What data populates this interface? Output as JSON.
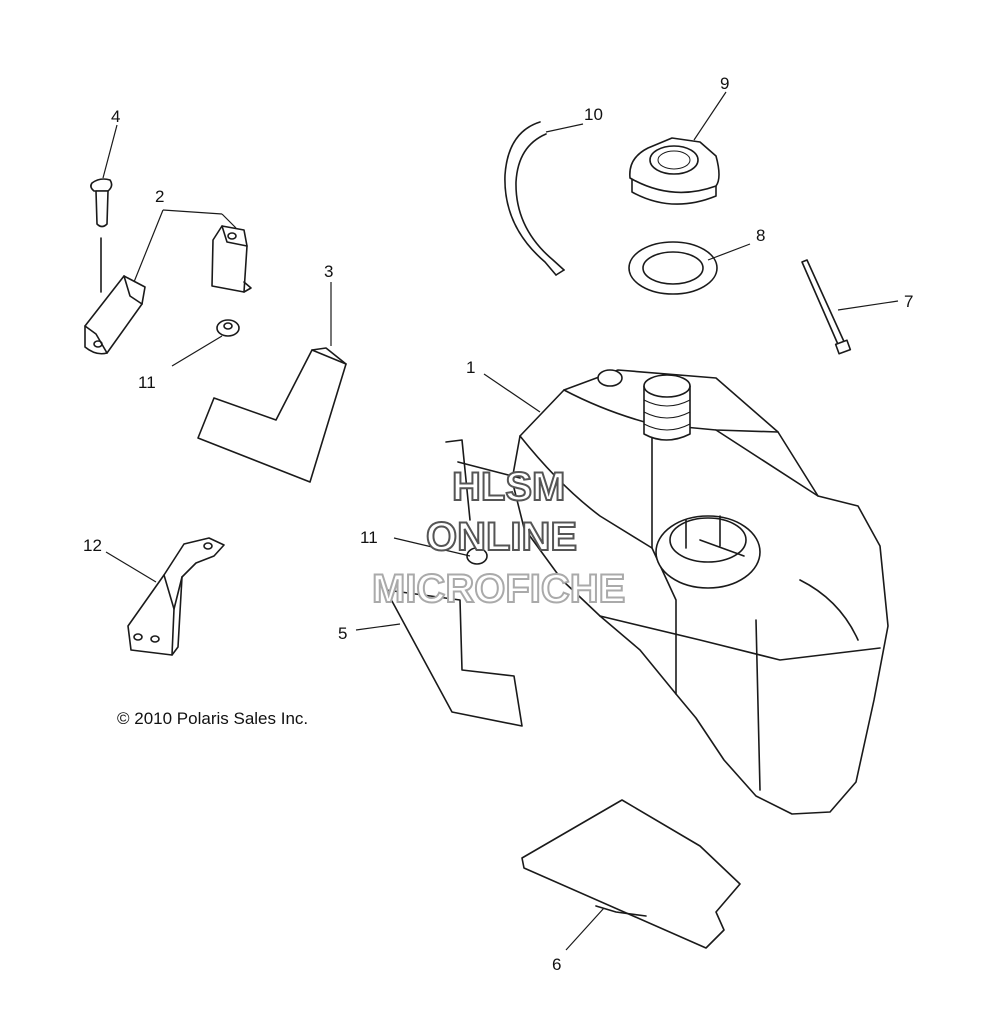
{
  "callouts": [
    {
      "id": "c1",
      "label": "1"
    },
    {
      "id": "c2",
      "label": "2"
    },
    {
      "id": "c3",
      "label": "3"
    },
    {
      "id": "c4",
      "label": "4"
    },
    {
      "id": "c5",
      "label": "5"
    },
    {
      "id": "c6",
      "label": "6"
    },
    {
      "id": "c7",
      "label": "7"
    },
    {
      "id": "c8",
      "label": "8"
    },
    {
      "id": "c9",
      "label": "9"
    },
    {
      "id": "c10",
      "label": "10"
    },
    {
      "id": "c11a",
      "label": "11"
    },
    {
      "id": "c11b",
      "label": "11"
    },
    {
      "id": "c12",
      "label": "12"
    }
  ],
  "copyright": "© 2010 Polaris Sales Inc.",
  "watermark": {
    "line1": "HLSM",
    "line2": "ONLINE",
    "line3": "MICROFICHE"
  },
  "colors": {
    "line": "#1a1a1a",
    "watermark_dark": "#555555",
    "watermark_light": "#aaaaaa"
  }
}
